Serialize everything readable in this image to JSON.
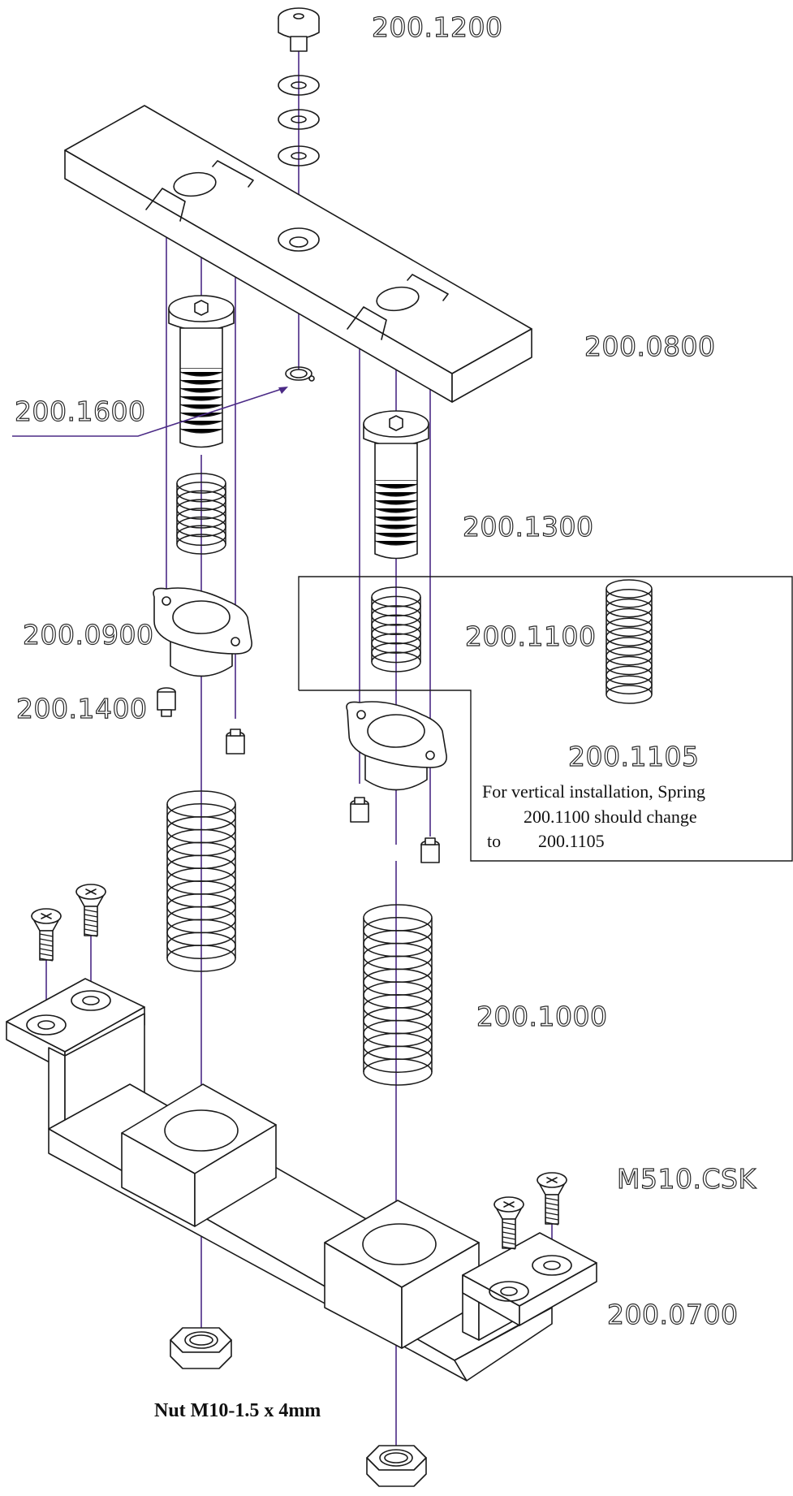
{
  "labels": {
    "screw_top": "200.1200",
    "top_bar": "200.0800",
    "retaining_ring": "200.1600",
    "shoulder_screw": "200.1300",
    "flange_bushing": "200.0900",
    "small_screw": "200.1400",
    "spring_short": "200.1100",
    "spring_alt": "200.1105",
    "spring_long": "200.1000",
    "countersink_screw": "M510.CSK",
    "base_bracket": "200.0700"
  },
  "note": {
    "line1": "For vertical installation, Spring",
    "line2": "200.1100 should change",
    "line3_prefix": "to",
    "line3_value": "200.1105"
  },
  "nut_label": "Nut M10-1.5 x 4mm",
  "colors": {
    "axis": "#4b2a86",
    "outline": "#1a1a1a"
  }
}
